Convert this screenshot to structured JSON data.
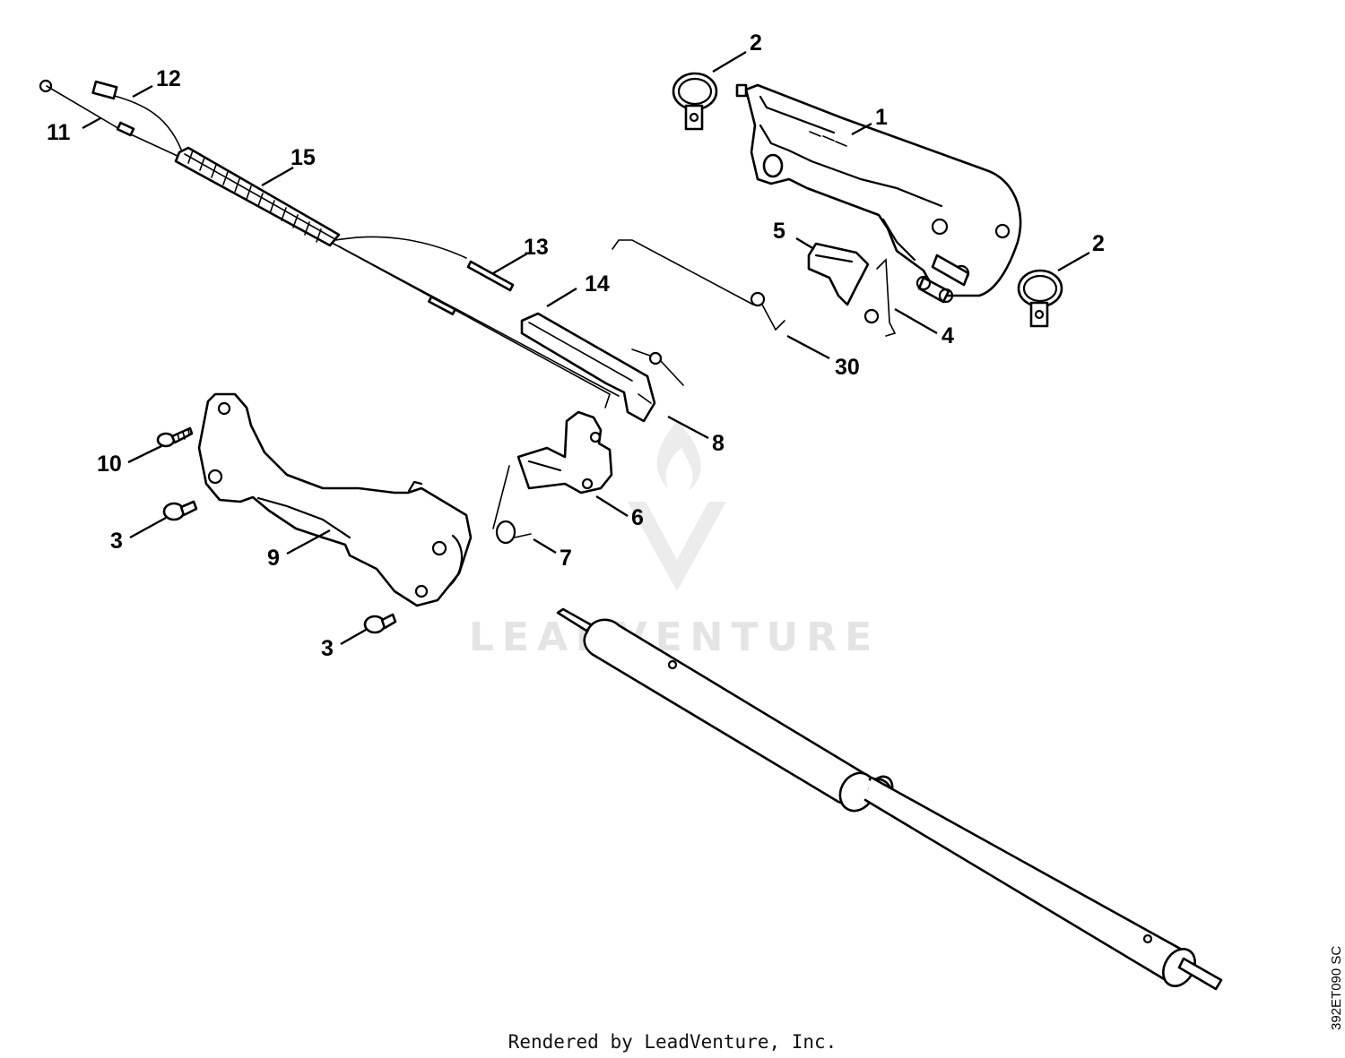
{
  "watermark": {
    "text": "LEADVENTURE"
  },
  "footer": {
    "text": "Rendered by LeadVenture, Inc."
  },
  "drawing_code": "392ET090 SC",
  "callouts": {
    "c1": "1",
    "c2a": "2",
    "c2b": "2",
    "c3a": "3",
    "c3b": "3",
    "c4": "4",
    "c5": "5",
    "c6": "6",
    "c7": "7",
    "c8": "8",
    "c9": "9",
    "c10": "10",
    "c11": "11",
    "c12": "12",
    "c13": "13",
    "c14": "14",
    "c15": "15",
    "c30": "30"
  }
}
